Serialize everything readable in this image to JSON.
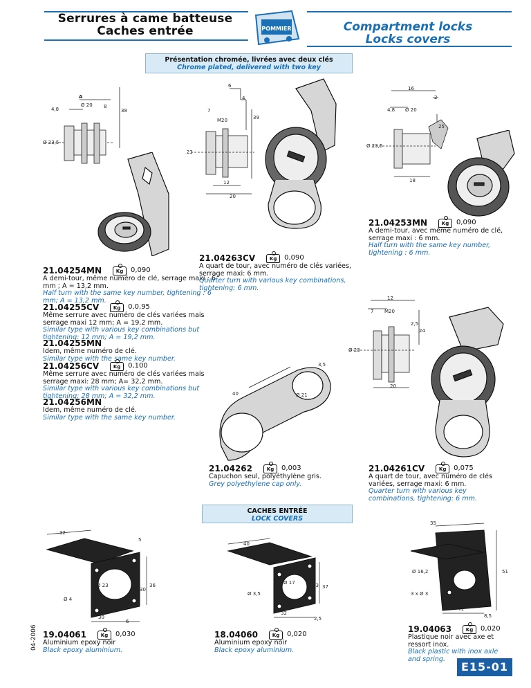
{
  "header": {
    "title_fr_1": "Serrures à came batteuse",
    "title_fr_2": "Caches entrée",
    "title_en_1": "Compartment locks",
    "title_en_2": "Locks covers",
    "logo_text": "POMMIER"
  },
  "presentation": {
    "fr": "Présentation chromée, livrées avec deux clés",
    "en": "Chrome plated, delivered with two key"
  },
  "lock_covers_box": {
    "fr": "CACHES ENTRÉE",
    "en": "LOCK COVERS"
  },
  "products": [
    {
      "code": "21.04254MN",
      "weight": "0,090",
      "fr": "A demi-tour, même numéro de clé, serrage maxi : 6 mm ; A = 13,2 mm.",
      "en": "Half turn with the same key number, tightening : 6 mm; A = 13,2 mm."
    },
    {
      "code": "21.04255CV",
      "weight": "0,0,95",
      "fr": "Même serrure avec numéro de clés variées mais serrage maxi 12 mm; A = 19,2 mm.",
      "en": "Similar type with various key combinations but tightening: 12 mm; A = 19,2 mm."
    },
    {
      "code": "21.04255MN",
      "weight": "",
      "fr": "Idem, même numéro de clé.",
      "en": "Similar type with the same key number."
    },
    {
      "code": "21.04256CV",
      "weight": "0,100",
      "fr": "Même serrure avec numéro de clés variées mais serrage maxi: 28 mm; A= 32,2 mm.",
      "en": "Similar type with various key combinations but tightening: 28 mm; A = 32,2 mm."
    },
    {
      "code": "21.04256MN",
      "weight": "",
      "fr": "Idem, même numéro de clé.",
      "en": "Similar type with the same key number."
    },
    {
      "code": "21.04263CV",
      "weight": "0,090",
      "fr": "A quart de tour, avec numéro de clés variées, serrage maxi: 6 mm.",
      "en": "Quarter turn with various key combinations, tightening: 6 mm."
    },
    {
      "code": "21.04253MN",
      "weight": "0,090",
      "fr": "A demi-tour, avec même numéro de clé, serrage maxi : 6 mm.",
      "en": "Half turn with the same key number, tightening : 6 mm."
    },
    {
      "code": "21.04262",
      "weight": "0,003",
      "fr": "Capuchon seul, polyéthylène gris.",
      "en": "Grey polyethylene cap only."
    },
    {
      "code": "21.04261CV",
      "weight": "0,075",
      "fr": "A quart de tour, avec numéro de clés variées, serrage maxi: 6 mm.",
      "en": "Quarter turn with various key combinations, tightening: 6 mm."
    },
    {
      "code": "19.04061",
      "weight": "0,030",
      "fr": "Aluminium epoxy noir",
      "en": "Black epoxy aluminium."
    },
    {
      "code": "18.04060",
      "weight": "0,020",
      "fr": "Aluminium epoxy noir",
      "en": "Black epoxy aluminium."
    },
    {
      "code": "19.04063",
      "weight": "0,020",
      "fr": "Plastique noir avec axe et ressort inox.",
      "en": "Black plastic with inox axle and spring."
    }
  ],
  "kg_label": "Kg",
  "dims": {
    "d1": [
      "A",
      "Ø 20",
      "4,8",
      "8",
      "38",
      "Ø 23,5"
    ],
    "d2": [
      "6",
      "4",
      "7",
      "M20",
      "39",
      "Ø 23",
      "12",
      "20"
    ],
    "d3": [
      "16",
      "2",
      "4,8",
      "Ø 20",
      "25",
      "Ø 23,5",
      "18"
    ],
    "d4": [
      "12",
      "7",
      "M20",
      "2,5",
      "24",
      "Ø 23",
      "20"
    ],
    "d5": [
      "3,5",
      "40",
      "Ø 21"
    ],
    "d6": [
      "32",
      "5",
      "Ø 23",
      "30",
      "36",
      "Ø 4",
      "30",
      "6"
    ],
    "d7": [
      "40",
      "Ø 17",
      "33",
      "37",
      "Ø 3,5",
      "32",
      "2,5"
    ],
    "d8": [
      "35",
      "Ø 16,2",
      "51",
      "3 x Ø 3",
      "41",
      "8,5"
    ]
  },
  "year": "04-2006",
  "page_number": "E15-01"
}
